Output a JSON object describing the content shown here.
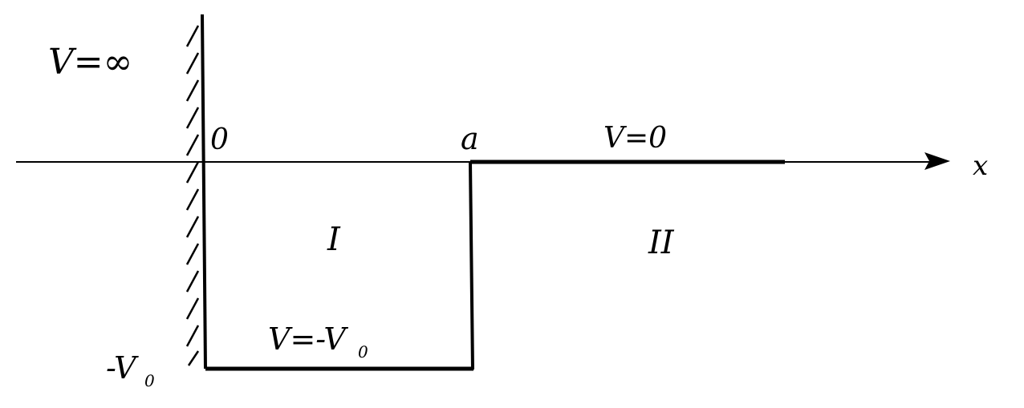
{
  "labels": {
    "v_infinity": "V=∞",
    "origin": "0",
    "point_a": "a",
    "v_zero": "V=0",
    "x_axis": "x",
    "region_one": "I",
    "region_two": "II",
    "v_well": "V=-V",
    "v_well_sub": "0",
    "neg_v0": "-V",
    "neg_v0_sub": "0"
  },
  "colors": {
    "ink": "#000000",
    "background": "#ffffff"
  }
}
